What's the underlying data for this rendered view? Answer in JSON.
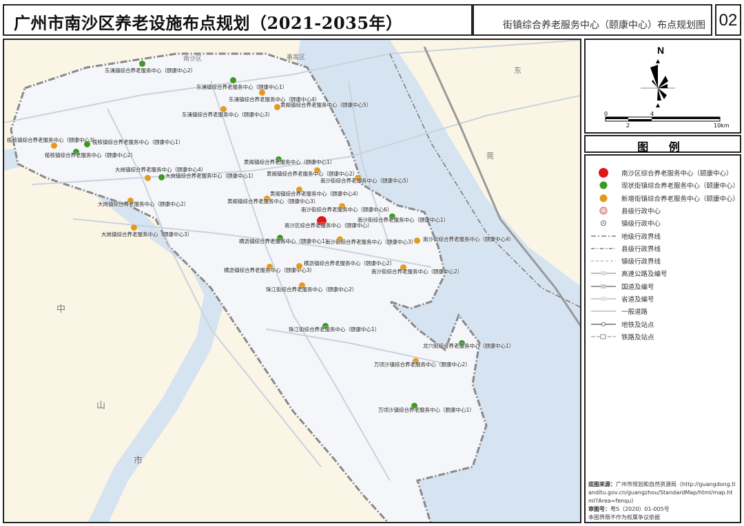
{
  "header": {
    "title": "广州市南沙区养老设施布点规划（2021-2035年）",
    "subtitle": "街镇综合养老服务中心（颐康中心）布点规划图",
    "sheet_number": "02"
  },
  "compass": {
    "north_label": "N",
    "scale_ticks_top": [
      "0",
      "4"
    ],
    "scale_ticks_bottom": [
      "2",
      "10km"
    ]
  },
  "colors": {
    "district_center": "#e31414",
    "existing_center": "#3a9a22",
    "new_center": "#e39a1c",
    "water": "#d6e3f1",
    "land_outside": "#fbf5e6",
    "nansha_land": "#f4f6fa"
  },
  "map": {
    "place_names": [
      "番禺区",
      "东",
      "莞",
      "中",
      "山",
      "市",
      "南沙区"
    ],
    "facilities": [
      {
        "label": "东涌镇综合养老服务中心（颐康中心2）",
        "type": "existing"
      },
      {
        "label": "东涌镇综合养老服务中心（颐康中心1）",
        "type": "existing"
      },
      {
        "label": "东涌镇综合养老服务中心（颐康中心4）",
        "type": "new"
      },
      {
        "label": "黄阁镇综合养老服务中心（颐康中心5）",
        "type": "new"
      },
      {
        "label": "东涌镇综合养老服务中心（颐康中心3）",
        "type": "new"
      },
      {
        "label": "榄核镇综合养老服务中心（颐康中心3）",
        "type": "new"
      },
      {
        "label": "榄核镇综合养老服务中心（颐康中心1）",
        "type": "existing"
      },
      {
        "label": "榄核镇综合养老服务中心（颐康中心2）",
        "type": "existing"
      },
      {
        "label": "大岗镇综合养老服务中心（颐康中心4）",
        "type": "new"
      },
      {
        "label": "大岗镇综合养老服务中心（颐康中心1）",
        "type": "existing"
      },
      {
        "label": "大岗镇综合养老服务中心（颐康中心2）",
        "type": "new"
      },
      {
        "label": "大岗镇综合养老服务中心（颐康中心3）",
        "type": "new"
      },
      {
        "label": "黄阁镇综合养老服务中心（颐康中心1）",
        "type": "existing"
      },
      {
        "label": "黄阁镇综合养老服务中心（颐康中心2）",
        "type": "new"
      },
      {
        "label": "南沙街综合养老服务中心（颐康中心5）",
        "type": "new"
      },
      {
        "label": "黄阁镇综合养老服务中心（颐康中心4）",
        "type": "new"
      },
      {
        "label": "黄阁镇综合养老服务中心（颐康中心3）",
        "type": "new"
      },
      {
        "label": "南沙街综合养老服务中心（颐康中心6）",
        "type": "new"
      },
      {
        "label": "南沙区综合养老服务中心（颐康中心）",
        "type": "district"
      },
      {
        "label": "南沙街综合养老服务中心（颐康中心1）",
        "type": "existing"
      },
      {
        "label": "横沥镇综合养老服务中心（颐康中心1）",
        "type": "existing"
      },
      {
        "label": "南沙街综合养老服务中心（颐康中心3）",
        "type": "new"
      },
      {
        "label": "南沙街综合养老服务中心（颐康中心4）",
        "type": "new"
      },
      {
        "label": "横沥镇综合养老服务中心（颐康中心3）",
        "type": "new"
      },
      {
        "label": "横沥镇综合养老服务中心（颐康中心2）",
        "type": "new"
      },
      {
        "label": "南沙街综合养老服务中心（颐康中心2）",
        "type": "new"
      },
      {
        "label": "珠江街综合养老服务中心（颐康中心2）",
        "type": "new"
      },
      {
        "label": "珠江街综合养老服务中心（颐康中心1）",
        "type": "existing"
      },
      {
        "label": "龙穴街综合养老服务中心（颐康中心1）",
        "type": "existing"
      },
      {
        "label": "万顷沙镇综合养老服务中心（颐康中心2）",
        "type": "new"
      },
      {
        "label": "万顷沙镇综合养老服务中心（颐康中心1）",
        "type": "existing"
      }
    ]
  },
  "legend": {
    "title": "图 例",
    "items": [
      {
        "label": "南沙区综合养老服务中心（颐康中心）",
        "symbol": "red-dot"
      },
      {
        "label": "现状街镇综合养老服务中心（颐康中心）",
        "symbol": "green-dot"
      },
      {
        "label": "新增街镇综合养老服务中心（颐康中心）",
        "symbol": "orange-dot"
      },
      {
        "label": "县级行政中心",
        "symbol": "double-circle"
      },
      {
        "label": "镇级行政中心",
        "symbol": "dot-circle"
      },
      {
        "label": "地级行政界线",
        "symbol": "dash-dot-line"
      },
      {
        "label": "县级行政界线",
        "symbol": "dash-dot-dot-line"
      },
      {
        "label": "镇级行政界线",
        "symbol": "thin-dash-line"
      },
      {
        "label": "高速公路及编号",
        "symbol": "expressway-line"
      },
      {
        "label": "国道及编号",
        "symbol": "national-road-line"
      },
      {
        "label": "省道及编号",
        "symbol": "provincial-road-line"
      },
      {
        "label": "一般道路",
        "symbol": "road-line"
      },
      {
        "label": "地铁及站点",
        "symbol": "metro-line"
      },
      {
        "label": "铁路及站点",
        "symbol": "railway-line"
      }
    ]
  },
  "source": {
    "base_map_label": "底图来源：",
    "base_map_text": "广州市规划和自然资源局（http://guangdong.tianditu.gov.cn/guangzhou/StandardMap/html/map.html?Area=fenqu）",
    "approval_label": "审图号：",
    "approval_text": "粤S（2020）01-005号",
    "disclaimer": "本图界限不作为权属争议依据"
  }
}
